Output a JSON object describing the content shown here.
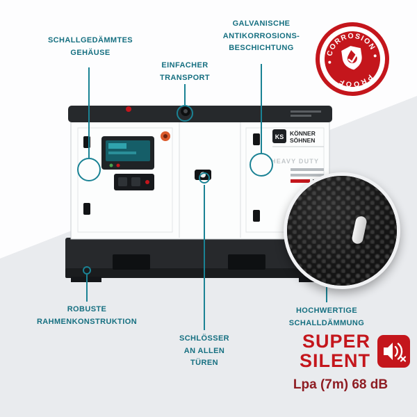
{
  "colors": {
    "teal": "#156f80",
    "line_teal": "#1a8294",
    "red": "#c4161c",
    "spec_red": "#8e1c22",
    "bg_gray": "#e9ebee"
  },
  "callouts": {
    "housing": "SCHALLGEDÄMMTES\nGEHÄUSE",
    "transport": "EINFACHER\nTRANSPORT",
    "coating": "GALVANISCHE\nANTIKORROSIONS-\nBESCHICHTUNG",
    "frame": "ROBUSTE\nRAHMENKONSTRUKTION",
    "locks": "SCHLÖSSER\nAN ALLEN\nTÜREN",
    "insulation": "HOCHWERTIGE\nSCHALLDÄMMUNG"
  },
  "badge": {
    "arc_top": "CORROSION",
    "arc_bottom": "PROOF"
  },
  "generator": {
    "brand_mark": "KS",
    "brand_line1": "KÖNNER",
    "brand_line2": "SÖHNEN",
    "series": "HEAVY DUTY"
  },
  "silent": {
    "word1": "SUPER",
    "word2": "SILENT",
    "spec": "Lpa (7m) 68 dB"
  }
}
